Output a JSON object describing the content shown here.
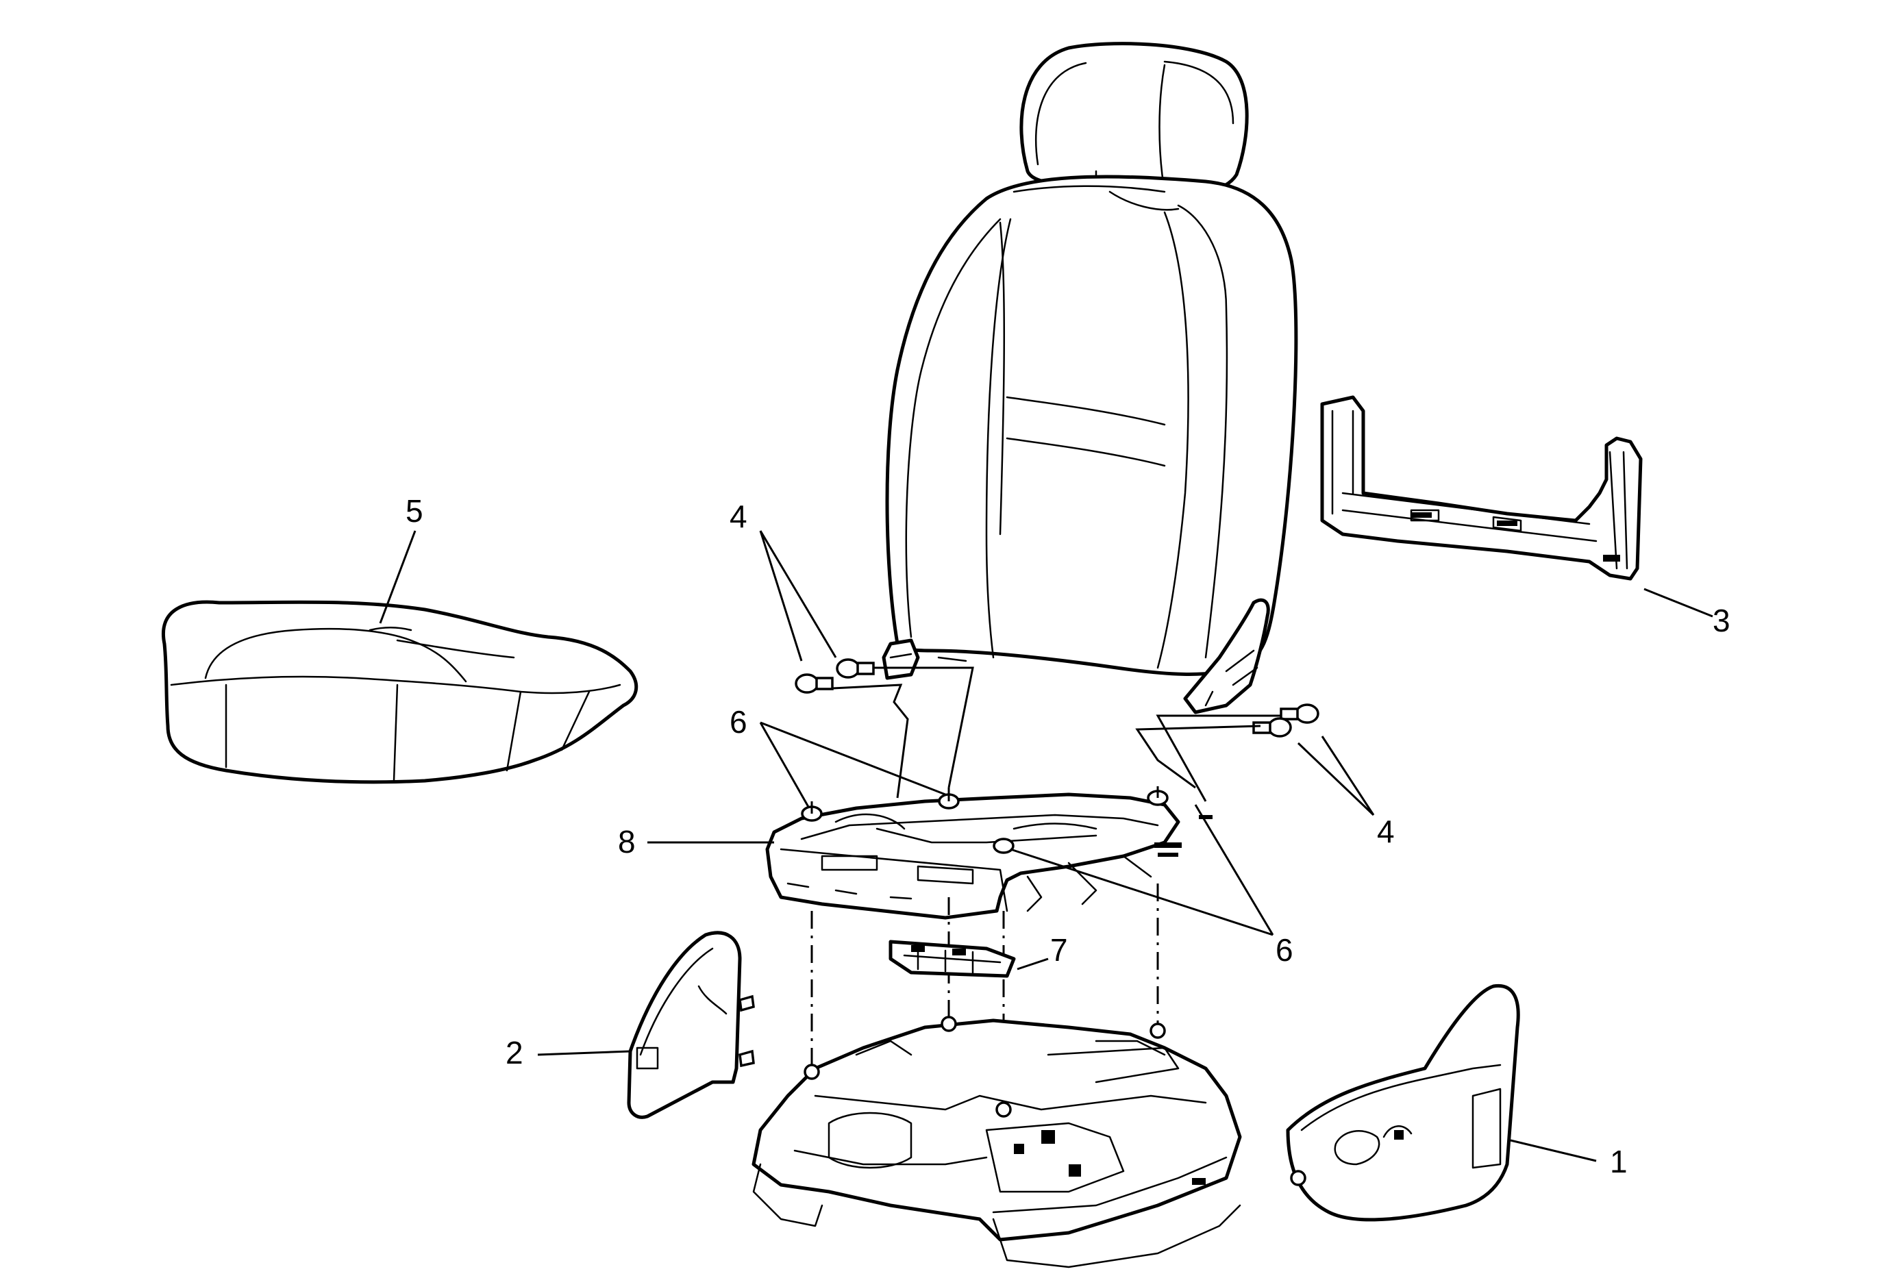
{
  "diagram": {
    "callouts": [
      {
        "id": "c1",
        "label": "1"
      },
      {
        "id": "c2",
        "label": "2"
      },
      {
        "id": "c3",
        "label": "3"
      },
      {
        "id": "c4a",
        "label": "4"
      },
      {
        "id": "c4b",
        "label": "4"
      },
      {
        "id": "c5",
        "label": "5"
      },
      {
        "id": "c6a",
        "label": "6"
      },
      {
        "id": "c6b",
        "label": "6"
      },
      {
        "id": "c7",
        "label": "7"
      },
      {
        "id": "c8",
        "label": "8"
      }
    ]
  }
}
